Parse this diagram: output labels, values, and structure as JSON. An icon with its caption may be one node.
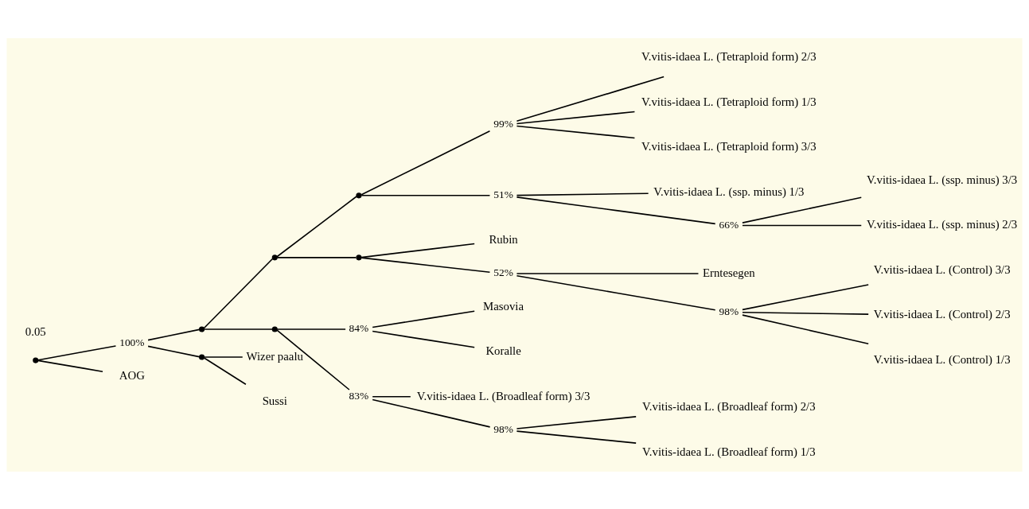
{
  "diagram": {
    "nodes": [
      {
        "text": [],
        "shape": "point"
      },
      {
        "text": [],
        "shape": "point",
        "beside": [
          "100%"
        ]
      },
      {
        "text": [],
        "shape": "point"
      },
      {
        "text": [],
        "shape": "point"
      },
      {
        "text": [],
        "shape": "point"
      },
      {
        "text": [],
        "shape": "point",
        "beside": [
          "99%"
        ]
      },
      {
        "text": [
          "V.vitis-idaea L. (Tetraploid form) 2/3"
        ]
      },
      {
        "text": [
          "V.vitis-idaea L. (Tetraploid form) 1/3"
        ]
      },
      {
        "text": [
          "V.vitis-idaea L. (Tetraploid form) 3/3"
        ]
      },
      {
        "text": [],
        "shape": "point",
        "beside": [
          "51%"
        ]
      },
      {
        "text": [
          "V.vitis-idaea L. (ssp. minus) 1/3"
        ]
      },
      {
        "text": [],
        "shape": "point",
        "beside": [
          "66%"
        ]
      },
      {
        "text": [
          "V.vitis-idaea L. (ssp. minus) 3/3"
        ]
      },
      {
        "text": [
          "V.vitis-idaea L. (ssp. minus) 2/3"
        ]
      },
      {
        "text": [],
        "shape": "point"
      },
      {
        "text": [
          "Rubin"
        ]
      },
      {
        "text": [],
        "shape": "point",
        "beside": [
          "52%"
        ]
      },
      {
        "text": [
          "Erntesegen"
        ]
      },
      {
        "text": [],
        "shape": "point",
        "beside": [
          "98%"
        ]
      },
      {
        "text": [
          "V.vitis-idaea L. (Control) 3/3"
        ]
      },
      {
        "text": [
          "V.vitis-idaea L. (Control) 2/3"
        ]
      },
      {
        "text": [
          "V.vitis-idaea L. (Control) 1/3"
        ]
      },
      {
        "text": [],
        "shape": "point"
      },
      {
        "text": [],
        "shape": "point",
        "beside": [
          "84%"
        ]
      },
      {
        "text": [
          "Masovia"
        ]
      },
      {
        "text": [
          "Koralle"
        ]
      },
      {
        "text": [],
        "shape": "point",
        "beside": [
          "83%"
        ]
      },
      {
        "text": [
          "V.vitis-idaea L. (Broadleaf form) 3/3"
        ]
      },
      {
        "text": [],
        "shape": "point",
        "beside": [
          "98%"
        ]
      },
      {
        "text": [
          "V.vitis-idaea L. (Broadleaf form) 2/3"
        ]
      },
      {
        "text": [
          "V.vitis-idaea L. (Broadleaf form) 1/3"
        ]
      },
      {
        "text": [],
        "shape": "point"
      },
      {
        "text": [
          "Wizer paalu"
        ]
      },
      {
        "text": [
          "Sussi"
        ]
      },
      {
        "text": [
          "AOG"
        ]
      }
    ],
    "edges": [
      {
        "from": 0,
        "to": 1,
        "arrow": "none"
      },
      {
        "from": 0,
        "to": 34,
        "arrow": "none"
      },
      {
        "from": 1,
        "to": 2,
        "arrow": "none"
      },
      {
        "from": 1,
        "to": 31,
        "arrow": "none"
      },
      {
        "from": 2,
        "to": 3,
        "arrow": "none"
      },
      {
        "from": 2,
        "to": 22,
        "arrow": "none"
      },
      {
        "from": 3,
        "to": 4,
        "arrow": "none"
      },
      {
        "from": 3,
        "to": 14,
        "arrow": "none"
      },
      {
        "from": 4,
        "to": 5,
        "arrow": "none"
      },
      {
        "from": 4,
        "to": 9,
        "arrow": "none"
      },
      {
        "from": 5,
        "to": 6,
        "arrow": "none"
      },
      {
        "from": 5,
        "to": 7,
        "arrow": "none"
      },
      {
        "from": 5,
        "to": 8,
        "arrow": "none"
      },
      {
        "from": 9,
        "to": 10,
        "arrow": "none"
      },
      {
        "from": 9,
        "to": 11,
        "arrow": "none"
      },
      {
        "from": 11,
        "to": 12,
        "arrow": "none"
      },
      {
        "from": 11,
        "to": 13,
        "arrow": "none"
      },
      {
        "from": 14,
        "to": 15,
        "arrow": "none"
      },
      {
        "from": 14,
        "to": 16,
        "arrow": "none"
      },
      {
        "from": 16,
        "to": 17,
        "arrow": "none"
      },
      {
        "from": 16,
        "to": 18,
        "arrow": "none"
      },
      {
        "from": 18,
        "to": 19,
        "arrow": "none"
      },
      {
        "from": 18,
        "to": 20,
        "arrow": "none"
      },
      {
        "from": 18,
        "to": 21,
        "arrow": "none"
      },
      {
        "from": 22,
        "to": 23,
        "arrow": "none"
      },
      {
        "from": 22,
        "to": 26,
        "arrow": "none"
      },
      {
        "from": 23,
        "to": 24,
        "arrow": "none"
      },
      {
        "from": 23,
        "to": 25,
        "arrow": "none"
      },
      {
        "from": 26,
        "to": 27,
        "arrow": "none"
      },
      {
        "from": 26,
        "to": 28,
        "arrow": "none"
      },
      {
        "from": 28,
        "to": 29,
        "arrow": "none"
      },
      {
        "from": 28,
        "to": 30,
        "arrow": "none"
      },
      {
        "from": 31,
        "to": 32,
        "arrow": "none"
      },
      {
        "from": 31,
        "to": 33,
        "arrow": "none"
      }
    ],
    "labels": [
      "0.05"
    ]
  }
}
